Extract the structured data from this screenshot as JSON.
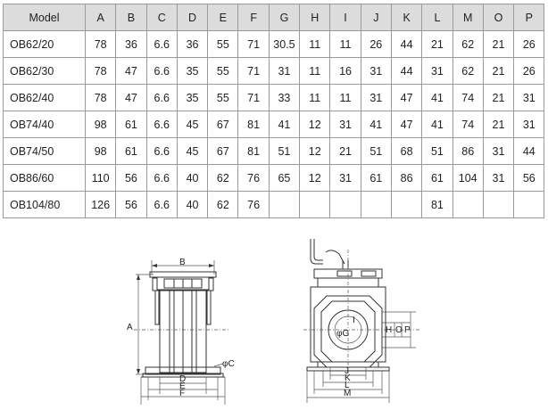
{
  "table": {
    "columns": [
      "Model",
      "A",
      "B",
      "C",
      "D",
      "E",
      "F",
      "G",
      "H",
      "I",
      "J",
      "K",
      "L",
      "M",
      "O",
      "P"
    ],
    "rows": [
      [
        "OB62/20",
        "78",
        "36",
        "6.6",
        "36",
        "55",
        "71",
        "30.5",
        "11",
        "11",
        "26",
        "44",
        "21",
        "62",
        "21",
        "26"
      ],
      [
        "OB62/30",
        "78",
        "47",
        "6.6",
        "35",
        "55",
        "71",
        "31",
        "11",
        "16",
        "31",
        "44",
        "31",
        "62",
        "21",
        "26"
      ],
      [
        "OB62/40",
        "78",
        "47",
        "6.6",
        "35",
        "55",
        "71",
        "33",
        "11",
        "11",
        "31",
        "47",
        "41",
        "74",
        "21",
        "31"
      ],
      [
        "OB74/40",
        "98",
        "61",
        "6.6",
        "45",
        "67",
        "81",
        "41",
        "12",
        "31",
        "41",
        "47",
        "41",
        "74",
        "21",
        "31"
      ],
      [
        "OB74/50",
        "98",
        "61",
        "6.6",
        "45",
        "67",
        "81",
        "51",
        "12",
        "21",
        "51",
        "68",
        "51",
        "86",
        "31",
        "44"
      ],
      [
        "OB86/60",
        "110",
        "56",
        "6.6",
        "40",
        "62",
        "76",
        "65",
        "12",
        "31",
        "61",
        "86",
        "61",
        "104",
        "31",
        "56"
      ],
      [
        "OB104/80",
        "126",
        "56",
        "6.6",
        "40",
        "62",
        "76",
        "",
        "",
        "",
        "",
        "",
        "81",
        "",
        "",
        ""
      ]
    ]
  },
  "drawings": {
    "left_labels": {
      "a": "A",
      "b": "B",
      "c": "φC",
      "d": "D",
      "e": "E",
      "f": "F"
    },
    "right_labels": {
      "g": "φG",
      "h": "H",
      "i": "I",
      "j": "J",
      "k": "K",
      "l": "L",
      "m": "M",
      "o": "O",
      "p": "P"
    }
  }
}
